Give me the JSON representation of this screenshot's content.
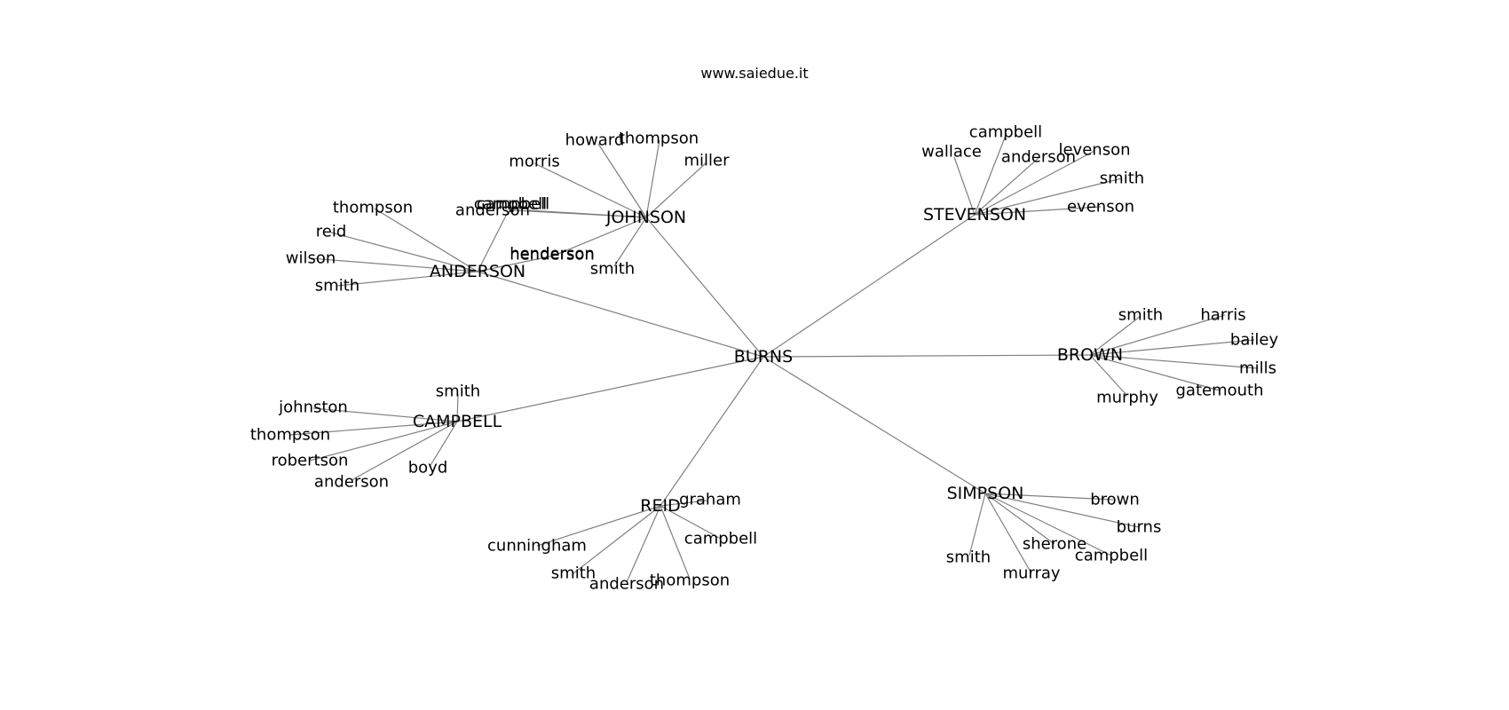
{
  "title": "www.saiedue.it",
  "colors": {
    "edge": "#808080",
    "text": "#000000",
    "background": "#ffffff"
  },
  "root": "BURNS",
  "clusters": [
    {
      "id": "johnson",
      "label": "JOHNSON",
      "leaves": [
        "howard",
        "thompson",
        "morris",
        "miller",
        "campbell",
        "anderson",
        "henderson",
        "smith"
      ]
    },
    {
      "id": "stevenson",
      "label": "STEVENSON",
      "leaves": [
        "campbell",
        "wallace",
        "anderson",
        "levenson",
        "smith",
        "evenson"
      ]
    },
    {
      "id": "anderson",
      "label": "ANDERSON",
      "leaves": [
        "thompson",
        "reid",
        "wilson",
        "smith",
        "campbell",
        "henderson"
      ]
    },
    {
      "id": "brown",
      "label": "BROWN",
      "leaves": [
        "smith",
        "harris",
        "bailey",
        "mills",
        "gatemouth",
        "murphy"
      ]
    },
    {
      "id": "campbell",
      "label": "CAMPBELL",
      "leaves": [
        "smith",
        "johnston",
        "thompson",
        "robertson",
        "anderson",
        "boyd"
      ]
    },
    {
      "id": "reid",
      "label": "REID",
      "leaves": [
        "graham",
        "campbell",
        "cunningham",
        "smith",
        "anderson",
        "thompson"
      ]
    },
    {
      "id": "simpson",
      "label": "SIMPSON",
      "leaves": [
        "brown",
        "burns",
        "sherone",
        "campbell",
        "smith",
        "murray"
      ]
    }
  ]
}
